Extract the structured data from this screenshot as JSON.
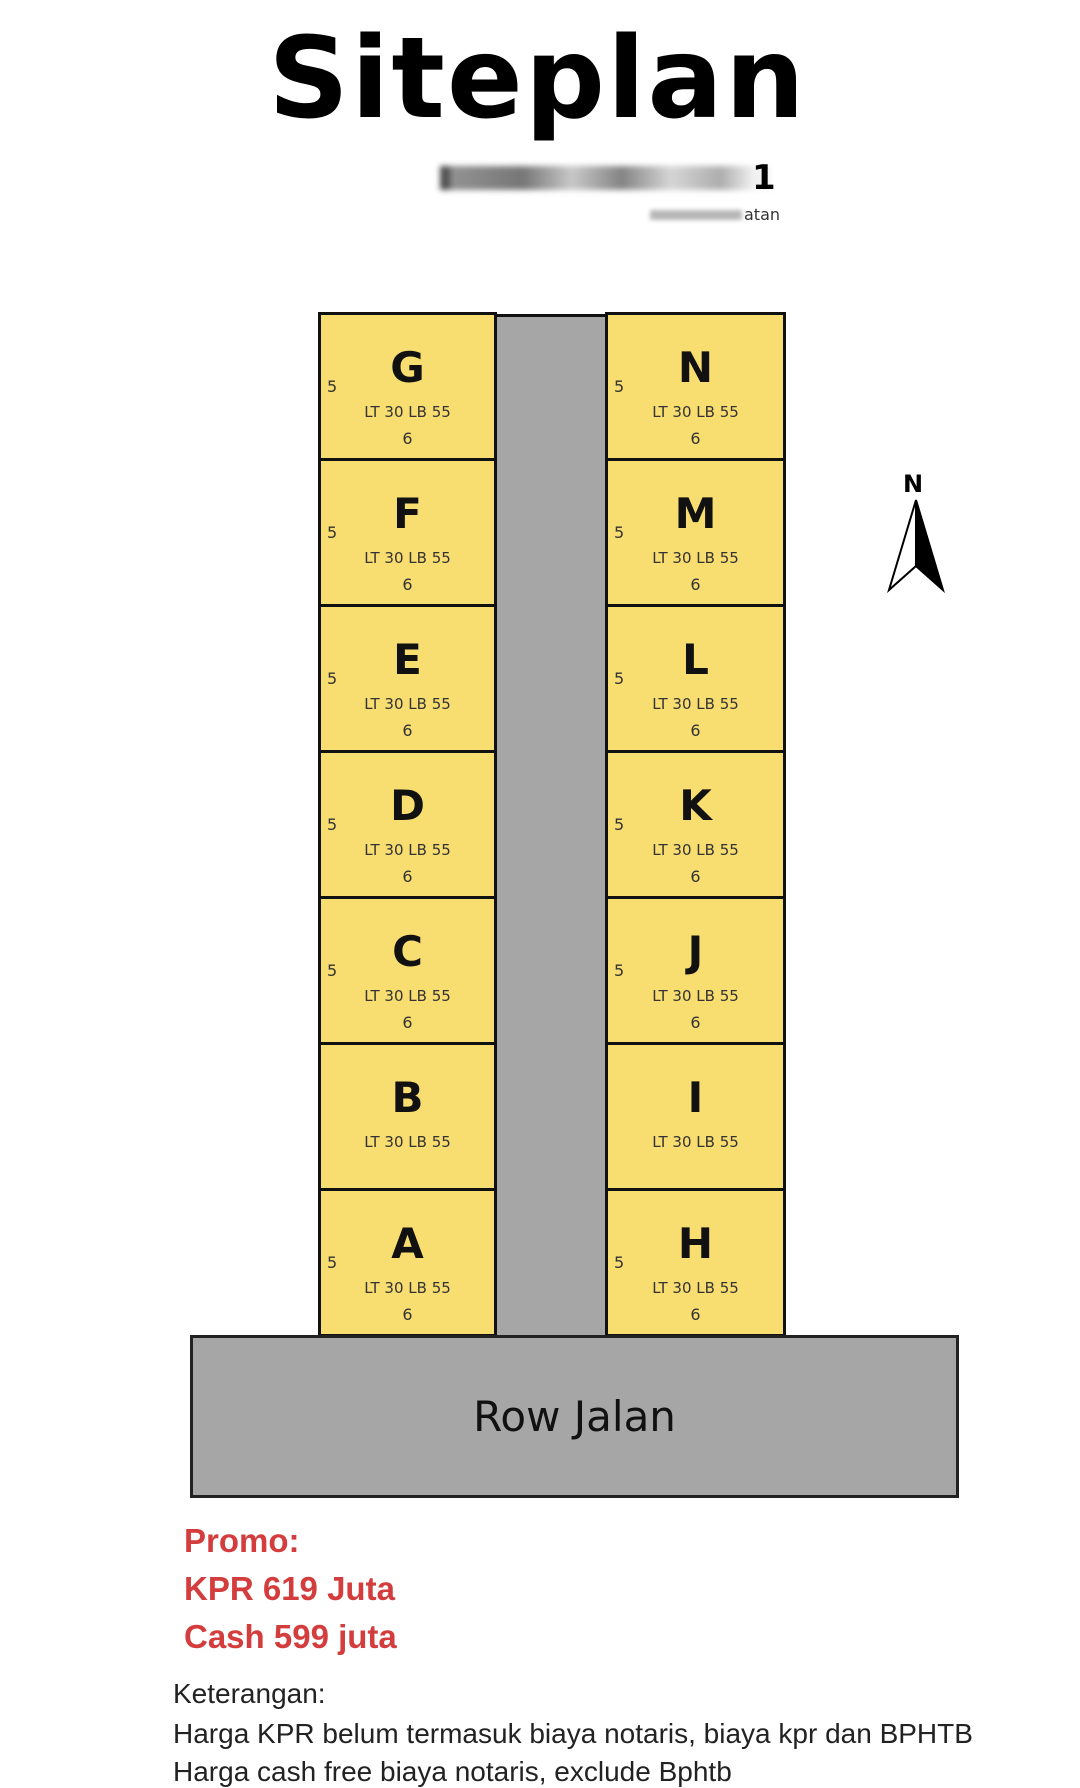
{
  "title": "Siteplan",
  "subtitle": {
    "line1_tail": "1",
    "line2_tail": "atan"
  },
  "compass_label": "N",
  "road_label": "Row Jalan",
  "lots": {
    "left": [
      {
        "letter": "G",
        "desc": "LT 30 LB 55",
        "width": "5",
        "depth": "6"
      },
      {
        "letter": "F",
        "desc": "LT 30 LB 55",
        "width": "5",
        "depth": "6"
      },
      {
        "letter": "E",
        "desc": "LT 30 LB 55",
        "width": "5",
        "depth": "6"
      },
      {
        "letter": "D",
        "desc": "LT 30 LB 55",
        "width": "5",
        "depth": "6"
      },
      {
        "letter": "C",
        "desc": "LT 30 LB 55",
        "width": "5",
        "depth": "6"
      },
      {
        "letter": "B",
        "desc": "LT 30 LB 55",
        "width": "",
        "depth": ""
      },
      {
        "letter": "A",
        "desc": "LT 30 LB 55",
        "width": "5",
        "depth": "6"
      }
    ],
    "right": [
      {
        "letter": "N",
        "desc": "LT 30 LB 55",
        "width": "5",
        "depth": "6"
      },
      {
        "letter": "M",
        "desc": "LT 30 LB 55",
        "width": "5",
        "depth": "6"
      },
      {
        "letter": "L",
        "desc": "LT 30 LB 55",
        "width": "5",
        "depth": "6"
      },
      {
        "letter": "K",
        "desc": "LT 30 LB 55",
        "width": "5",
        "depth": "6"
      },
      {
        "letter": "J",
        "desc": "LT 30 LB 55",
        "width": "5",
        "depth": "6"
      },
      {
        "letter": "I",
        "desc": "LT 30 LB 55",
        "width": "",
        "depth": ""
      },
      {
        "letter": "H",
        "desc": "LT 30 LB 55",
        "width": "5",
        "depth": "6"
      }
    ]
  },
  "promo": {
    "heading": "Promo:",
    "kpr": "KPR 619 Juta",
    "cash": "Cash 599 juta"
  },
  "notes": {
    "heading": "Keterangan:",
    "line1": "Harga KPR belum termasuk biaya notaris, biaya kpr dan BPHTB",
    "line2": "Harga cash free biaya notaris, exclude Bphtb"
  },
  "colors": {
    "lot": "#f8dd70",
    "road": "#a6a6a6",
    "promo": "#d43d3d"
  }
}
